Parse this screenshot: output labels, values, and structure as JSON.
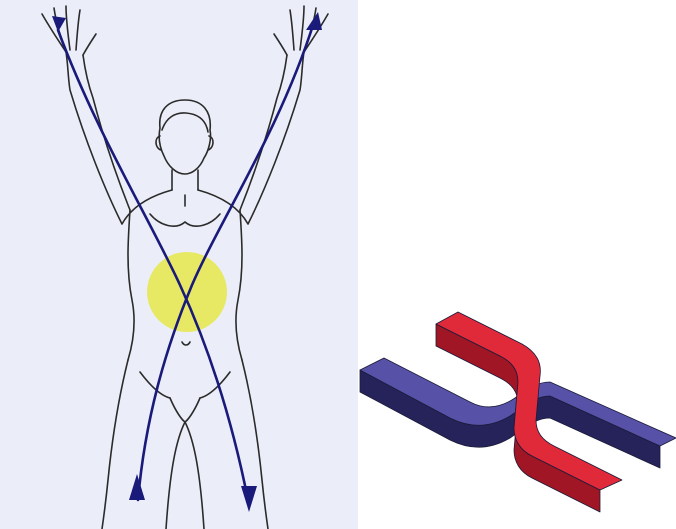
{
  "figure": {
    "left_panel": {
      "subject": "human-figure-arms-raised",
      "energy_paths": 2,
      "center_marker": "solar-plexus-circle"
    },
    "right_panel": {
      "subject": "3d-crossing-channels",
      "channels": [
        "red",
        "blue"
      ]
    }
  },
  "colors": {
    "panel_background": "#ebeef8",
    "outline": "#2b2b2b",
    "path_line": "#1a1a7a",
    "center_circle": "#e6e84a",
    "red_channel": "#e02a3a",
    "red_channel_dark": "#a01624",
    "red_channel_top": "#f04a55",
    "blue_channel": "#3d3a86",
    "blue_channel_dark": "#25235a",
    "blue_channel_top": "#5752a8"
  }
}
